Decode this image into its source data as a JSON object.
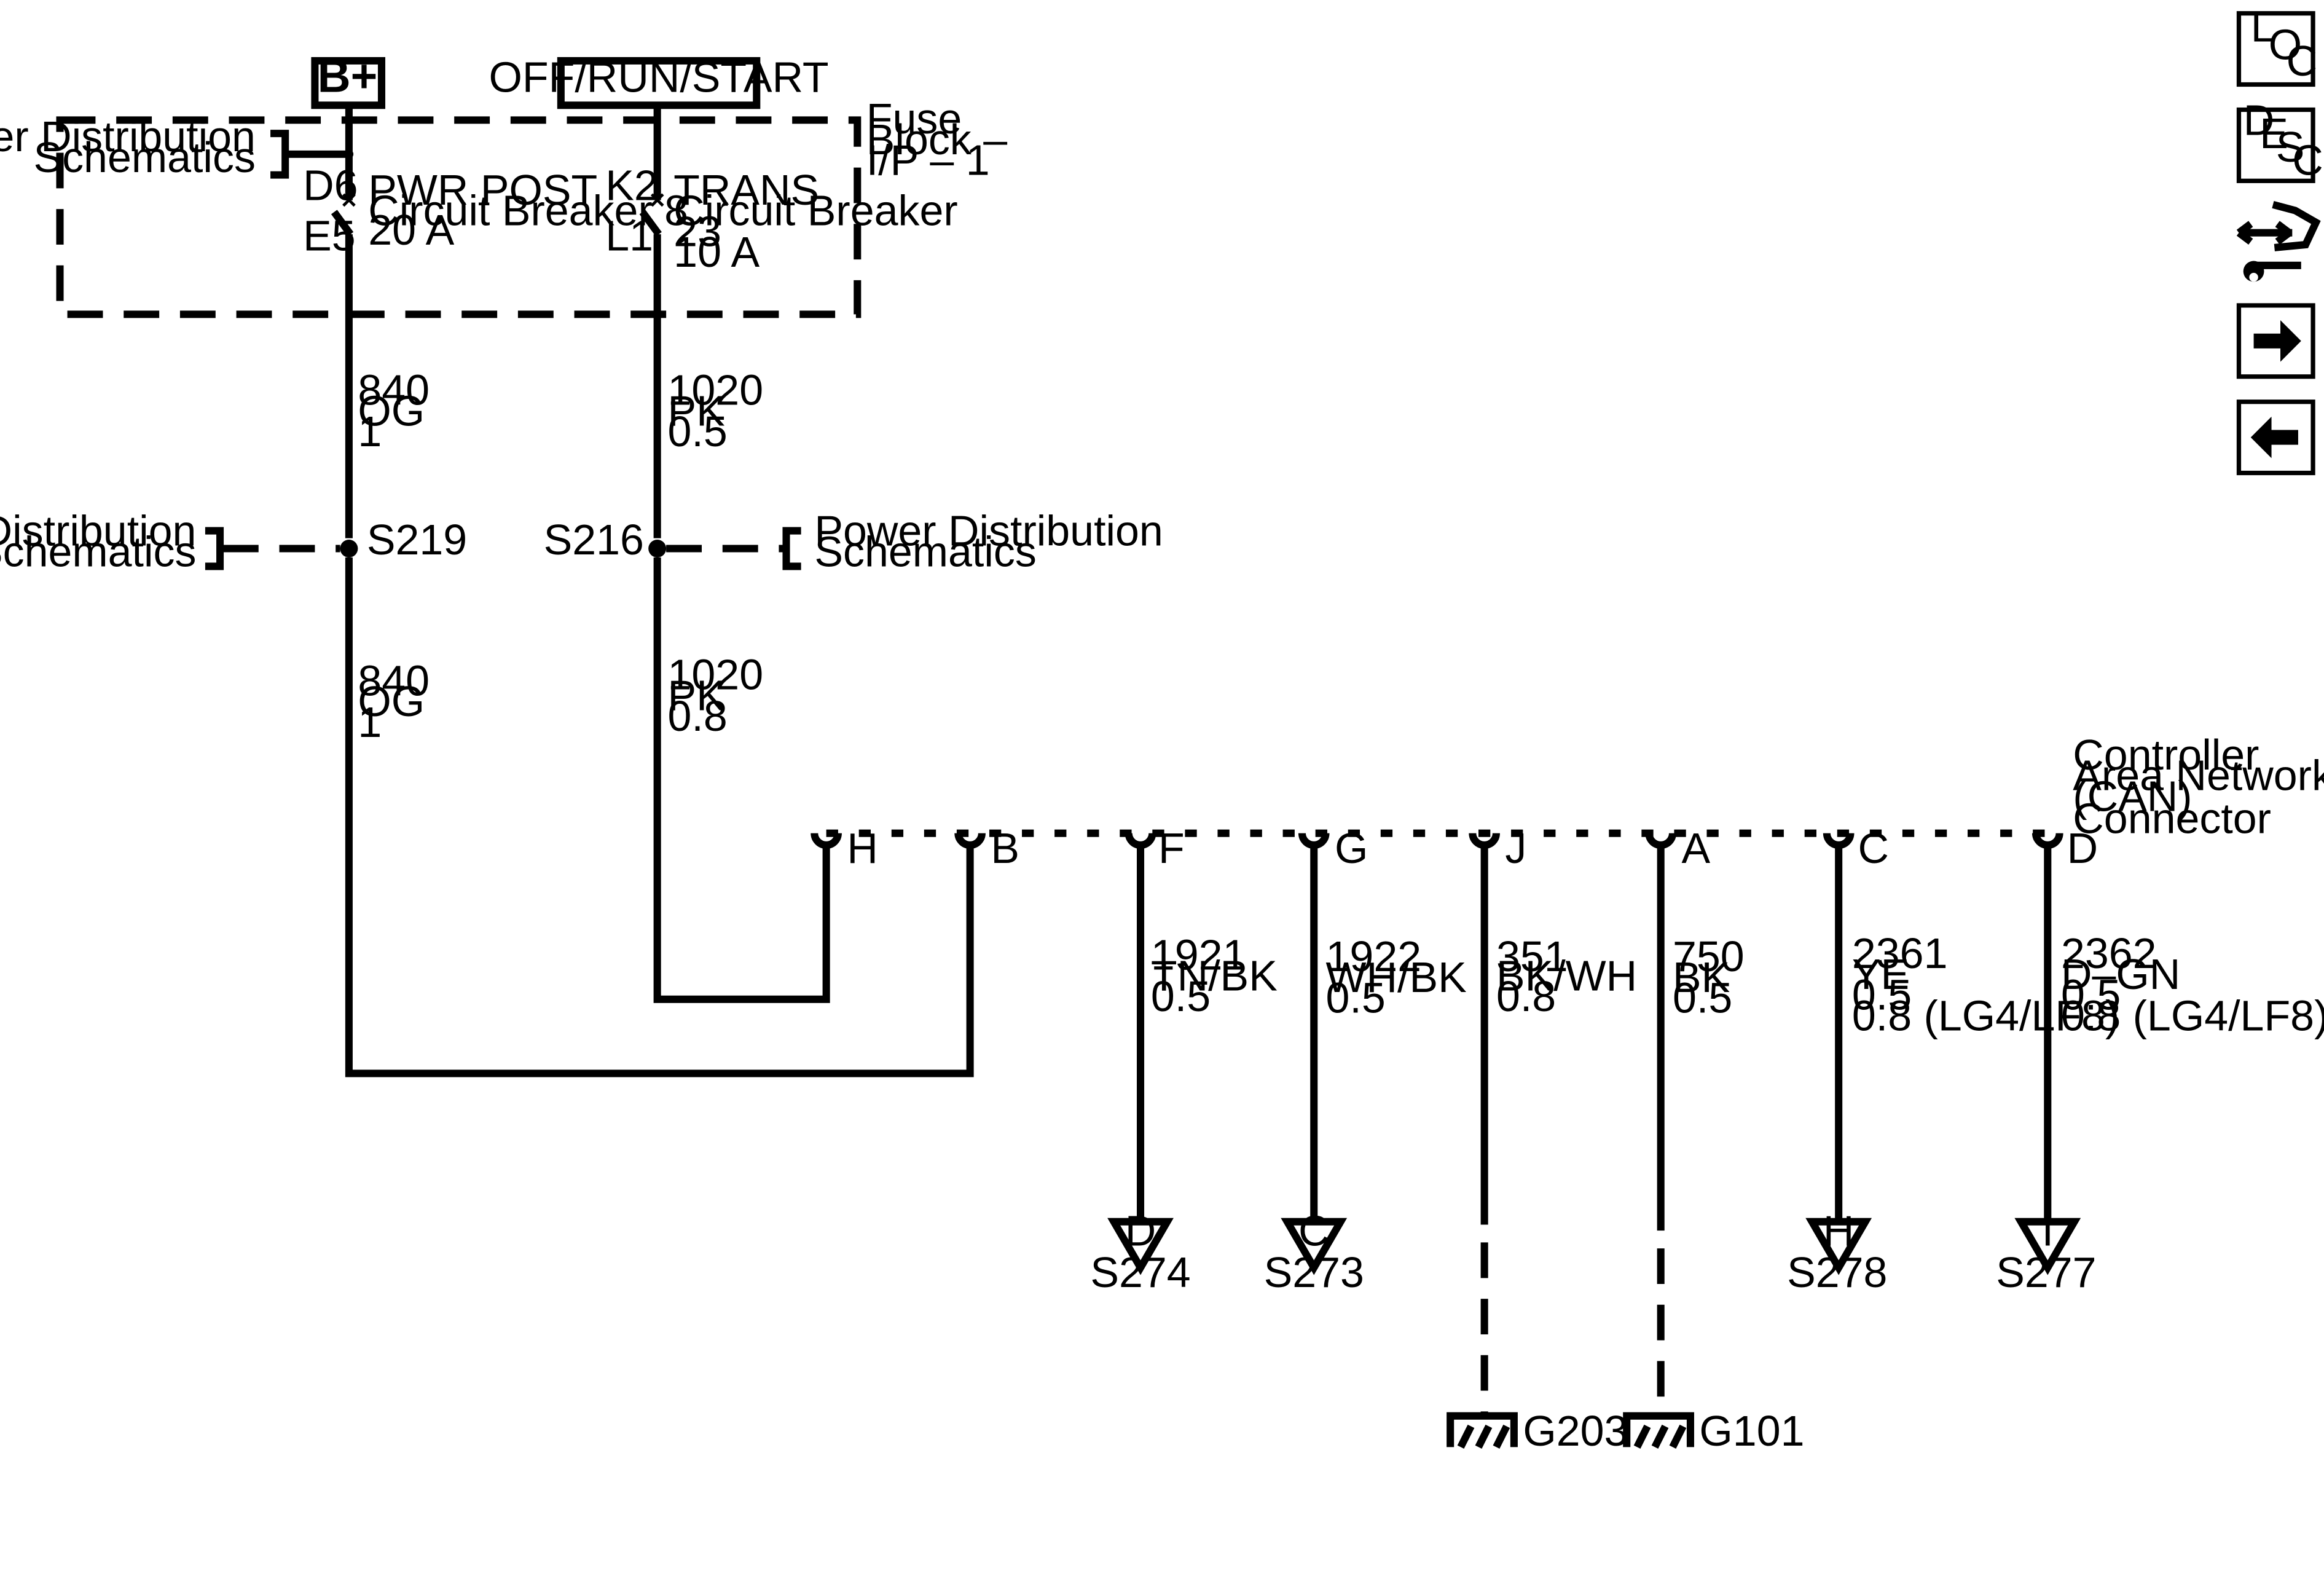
{
  "power_sources": {
    "battery": "B+",
    "ignition": "OFF/RUN/START"
  },
  "fuse_block": {
    "label_line1": "Fuse",
    "label_line2": "Block –",
    "label_line3": "I/P – 1",
    "pwr_post": {
      "in_terminal": "D6",
      "out_terminal": "E5",
      "name": "PWR POST",
      "desc": "Circuit Breaker 8",
      "rating": "20 A"
    },
    "trans": {
      "in_terminal": "K2",
      "out_terminal": "L1",
      "name": "TRANS",
      "desc": "Circuit Breaker",
      "number": "23",
      "rating": "10 A"
    }
  },
  "references": {
    "power_distribution_line1": "Power Distribution",
    "power_distribution_line2": "Schematics"
  },
  "splices": {
    "left": "S219",
    "right": "S216"
  },
  "wires": {
    "w840_upper": {
      "circuit": "840",
      "color": "OG",
      "size": "1"
    },
    "w840_lower": {
      "circuit": "840",
      "color": "OG",
      "size": "1"
    },
    "w1020_upper": {
      "circuit": "1020",
      "color": "PK",
      "size": "0.5"
    },
    "w1020_lower": {
      "circuit": "1020",
      "color": "PK",
      "size": "0.8"
    }
  },
  "can_connector": {
    "label_line1": "Controller",
    "label_line2": "Area Network",
    "label_line3": "(CAN)",
    "label_line4": "Connector",
    "pins": [
      {
        "pin": "H"
      },
      {
        "pin": "B"
      },
      {
        "pin": "F",
        "circuit": "1921",
        "color": "TN/BK",
        "size": "0.5",
        "ref_letter": "D",
        "ref": "S274"
      },
      {
        "pin": "G",
        "circuit": "1922",
        "color": "WH/BK",
        "size": "0.5",
        "ref_letter": "C",
        "ref": "S273"
      },
      {
        "pin": "J",
        "circuit": "351",
        "color": "BK/WH",
        "size": "0.8",
        "ground": "G203"
      },
      {
        "pin": "A",
        "circuit": "750",
        "color": "BK",
        "size": "0.5",
        "ground": "G101"
      },
      {
        "pin": "C",
        "circuit": "2361",
        "color": "YE",
        "size": "0.5",
        "size_alt": "0.8 (LG4/LF8)",
        "ref_letter": "H",
        "ref": "S278"
      },
      {
        "pin": "D",
        "circuit": "2362",
        "color": "D–GN",
        "size": "0.5",
        "size_alt": "0.8 (LG4/LF8)",
        "ref_letter": "I",
        "ref": "S277"
      }
    ]
  },
  "nav": {
    "loc": [
      "L",
      "O",
      "C"
    ],
    "desc": [
      "D",
      "E",
      "S",
      "C"
    ],
    "icons": [
      "connector-wrench-icon",
      "arrow-right-icon",
      "arrow-left-icon"
    ]
  }
}
